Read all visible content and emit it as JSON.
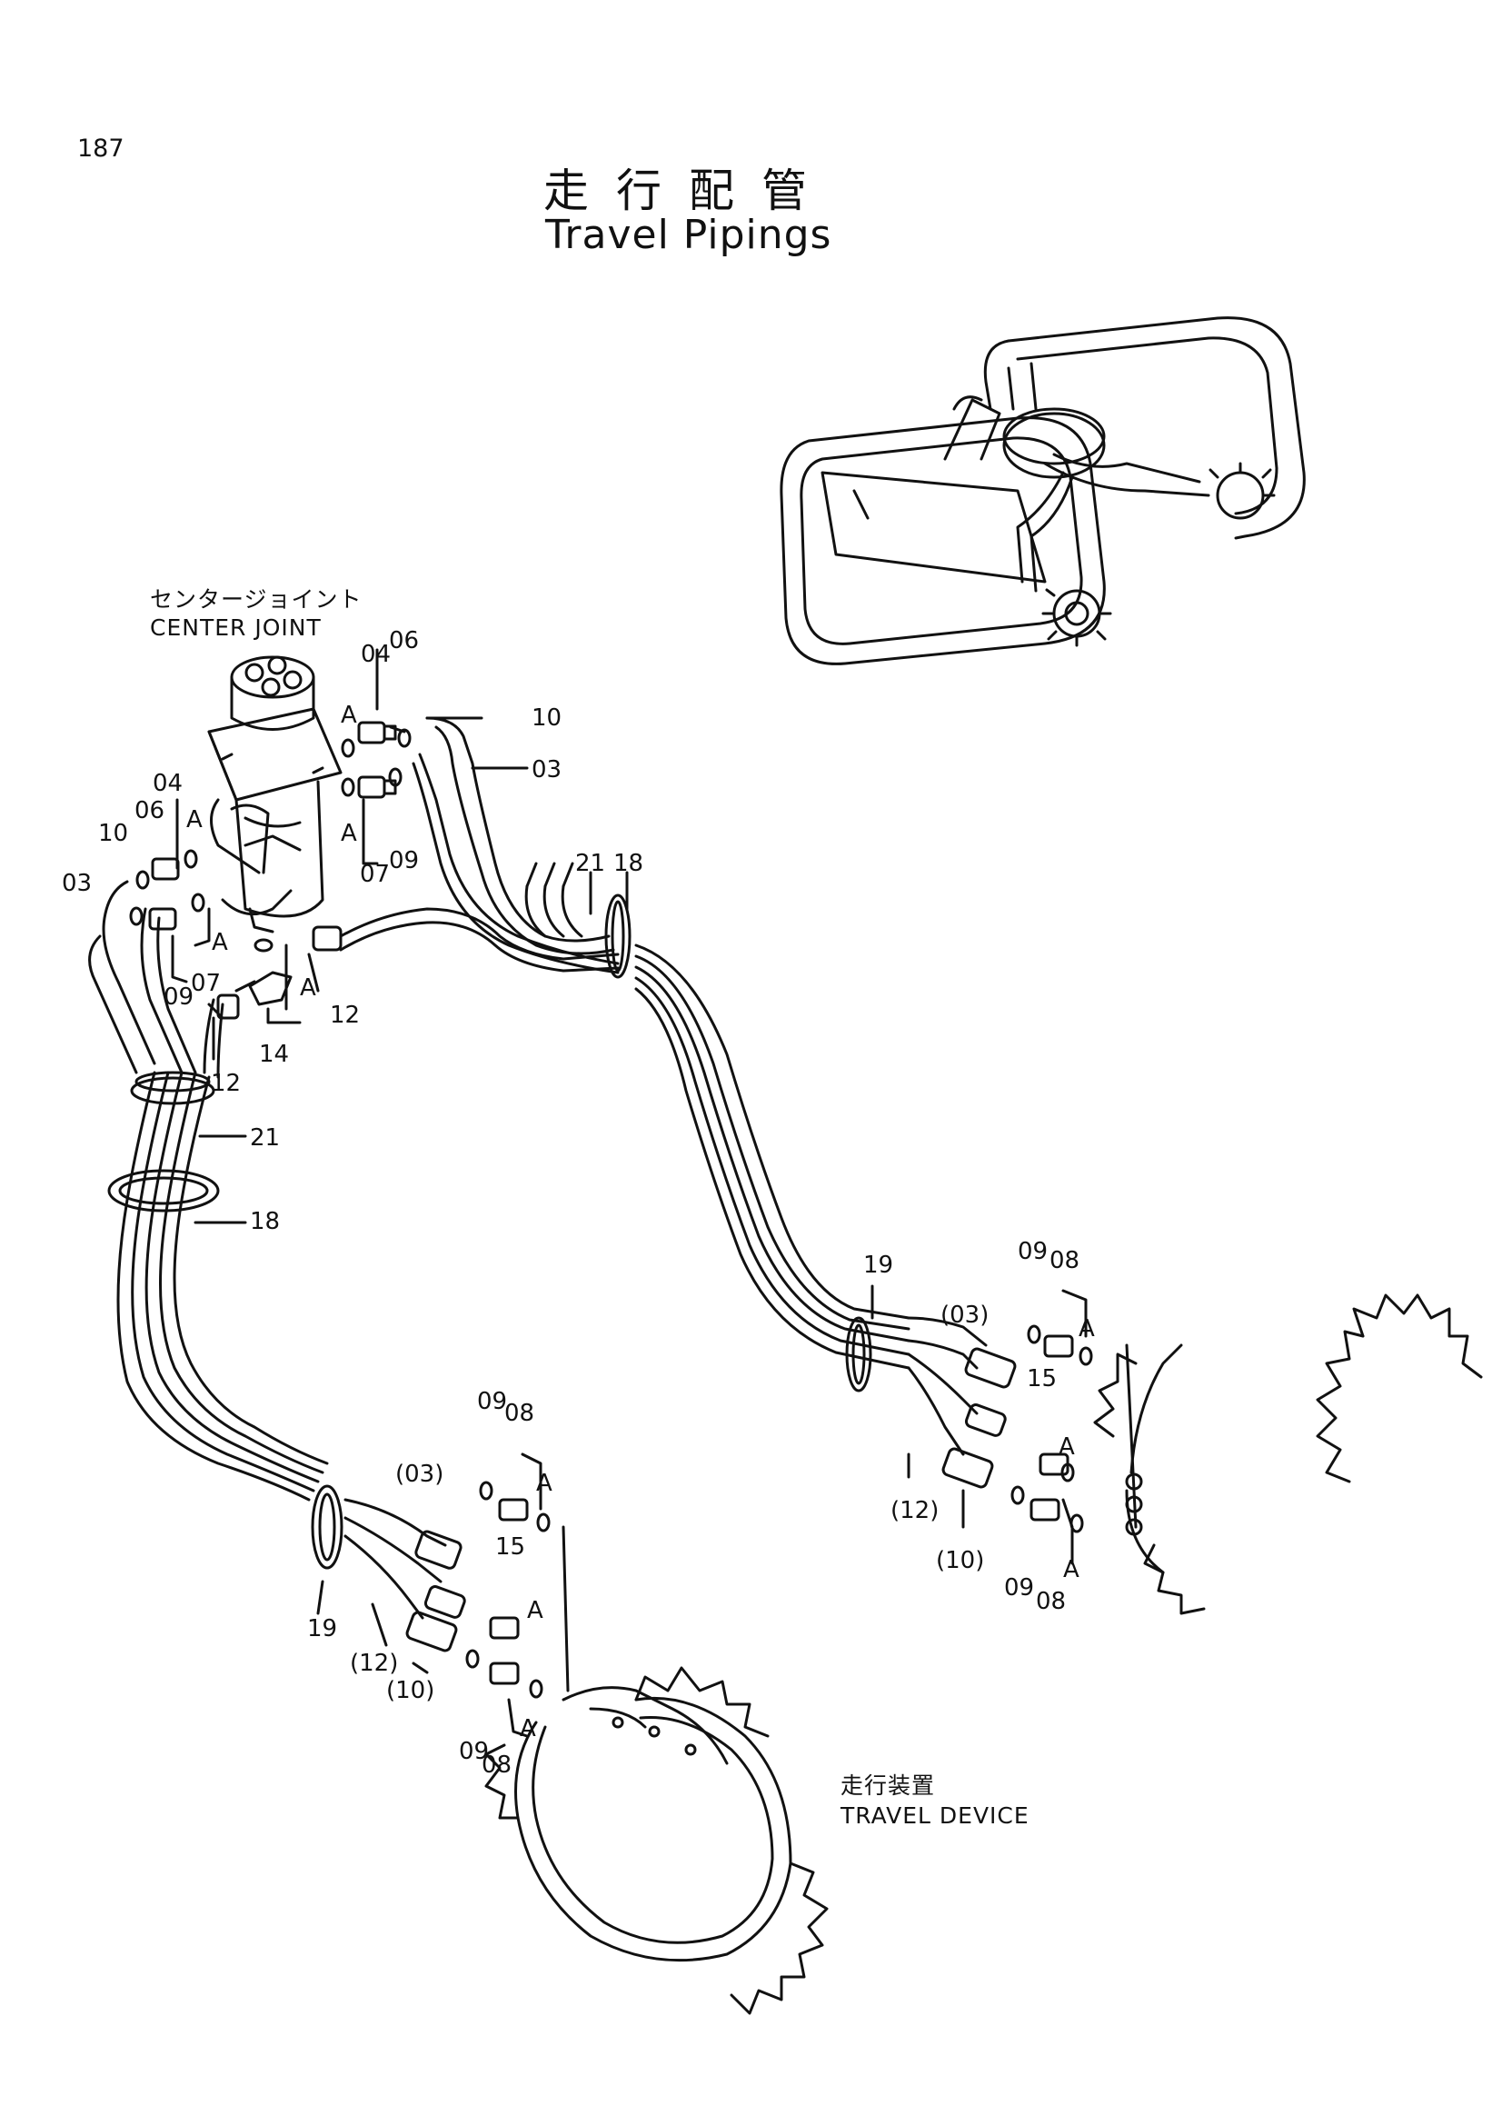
{
  "page": {
    "number": "187",
    "title_jp": "走行配管",
    "title_en": "Travel Pipings"
  },
  "captions": {
    "center_joint_jp": "センタージョイント",
    "center_joint_en": "CENTER JOINT",
    "travel_device_jp": "走行装置",
    "travel_device_en": "TRAVEL DEVICE"
  },
  "callouts": [
    "04",
    "06",
    "A",
    "10",
    "03",
    "A",
    "07",
    "09",
    "04",
    "06",
    "A",
    "10",
    "03",
    "A",
    "09",
    "07",
    "A",
    "12",
    "14",
    "12",
    "21",
    "18",
    "21",
    "18",
    "19",
    "(03)",
    "09",
    "08",
    "A",
    "15",
    "A",
    "(12)",
    "(10)",
    "09",
    "08",
    "A",
    "19",
    "(03)",
    "09",
    "08",
    "A",
    "15",
    "A",
    "(12)",
    "(10)",
    "09",
    "08",
    "A"
  ]
}
